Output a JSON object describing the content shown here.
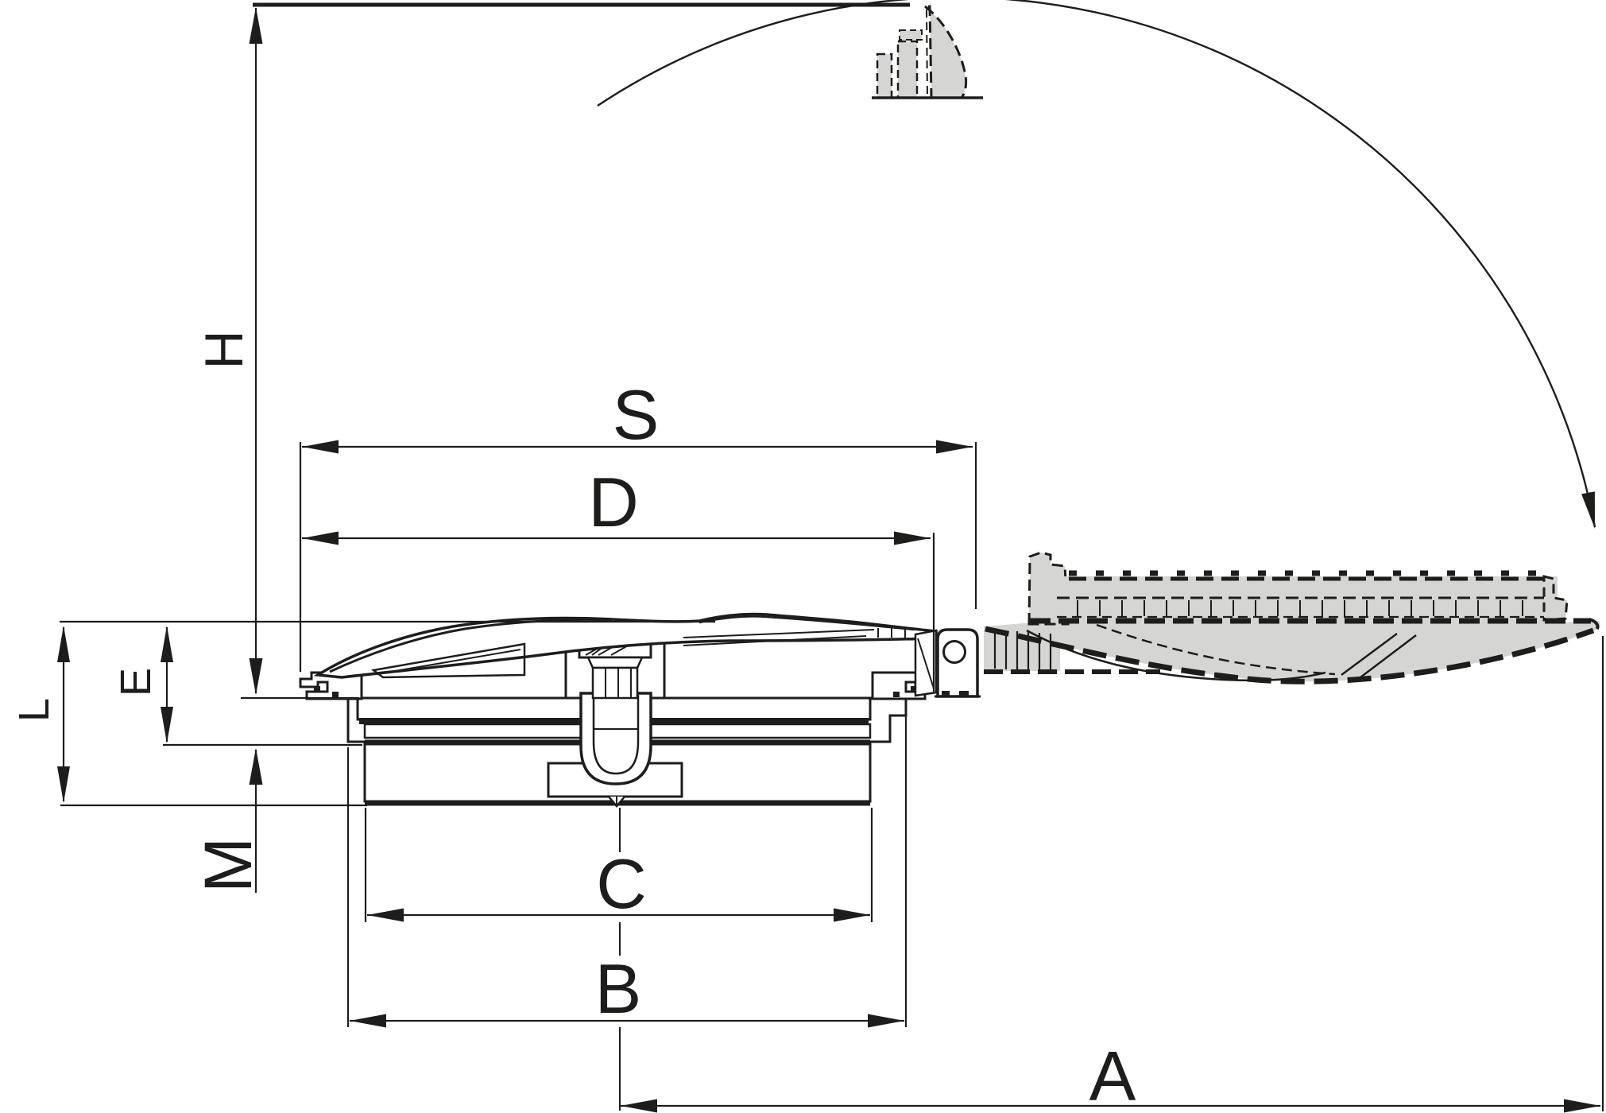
{
  "labels": {
    "h": "H",
    "s": "S",
    "d": "D",
    "e": "E",
    "l": "L",
    "m": "M",
    "c": "C",
    "b": "B",
    "a": "A"
  },
  "colors": {
    "ink": "#1d1d1b",
    "part_fill_gray": "#d5d5d4",
    "background": "#ffffff"
  }
}
